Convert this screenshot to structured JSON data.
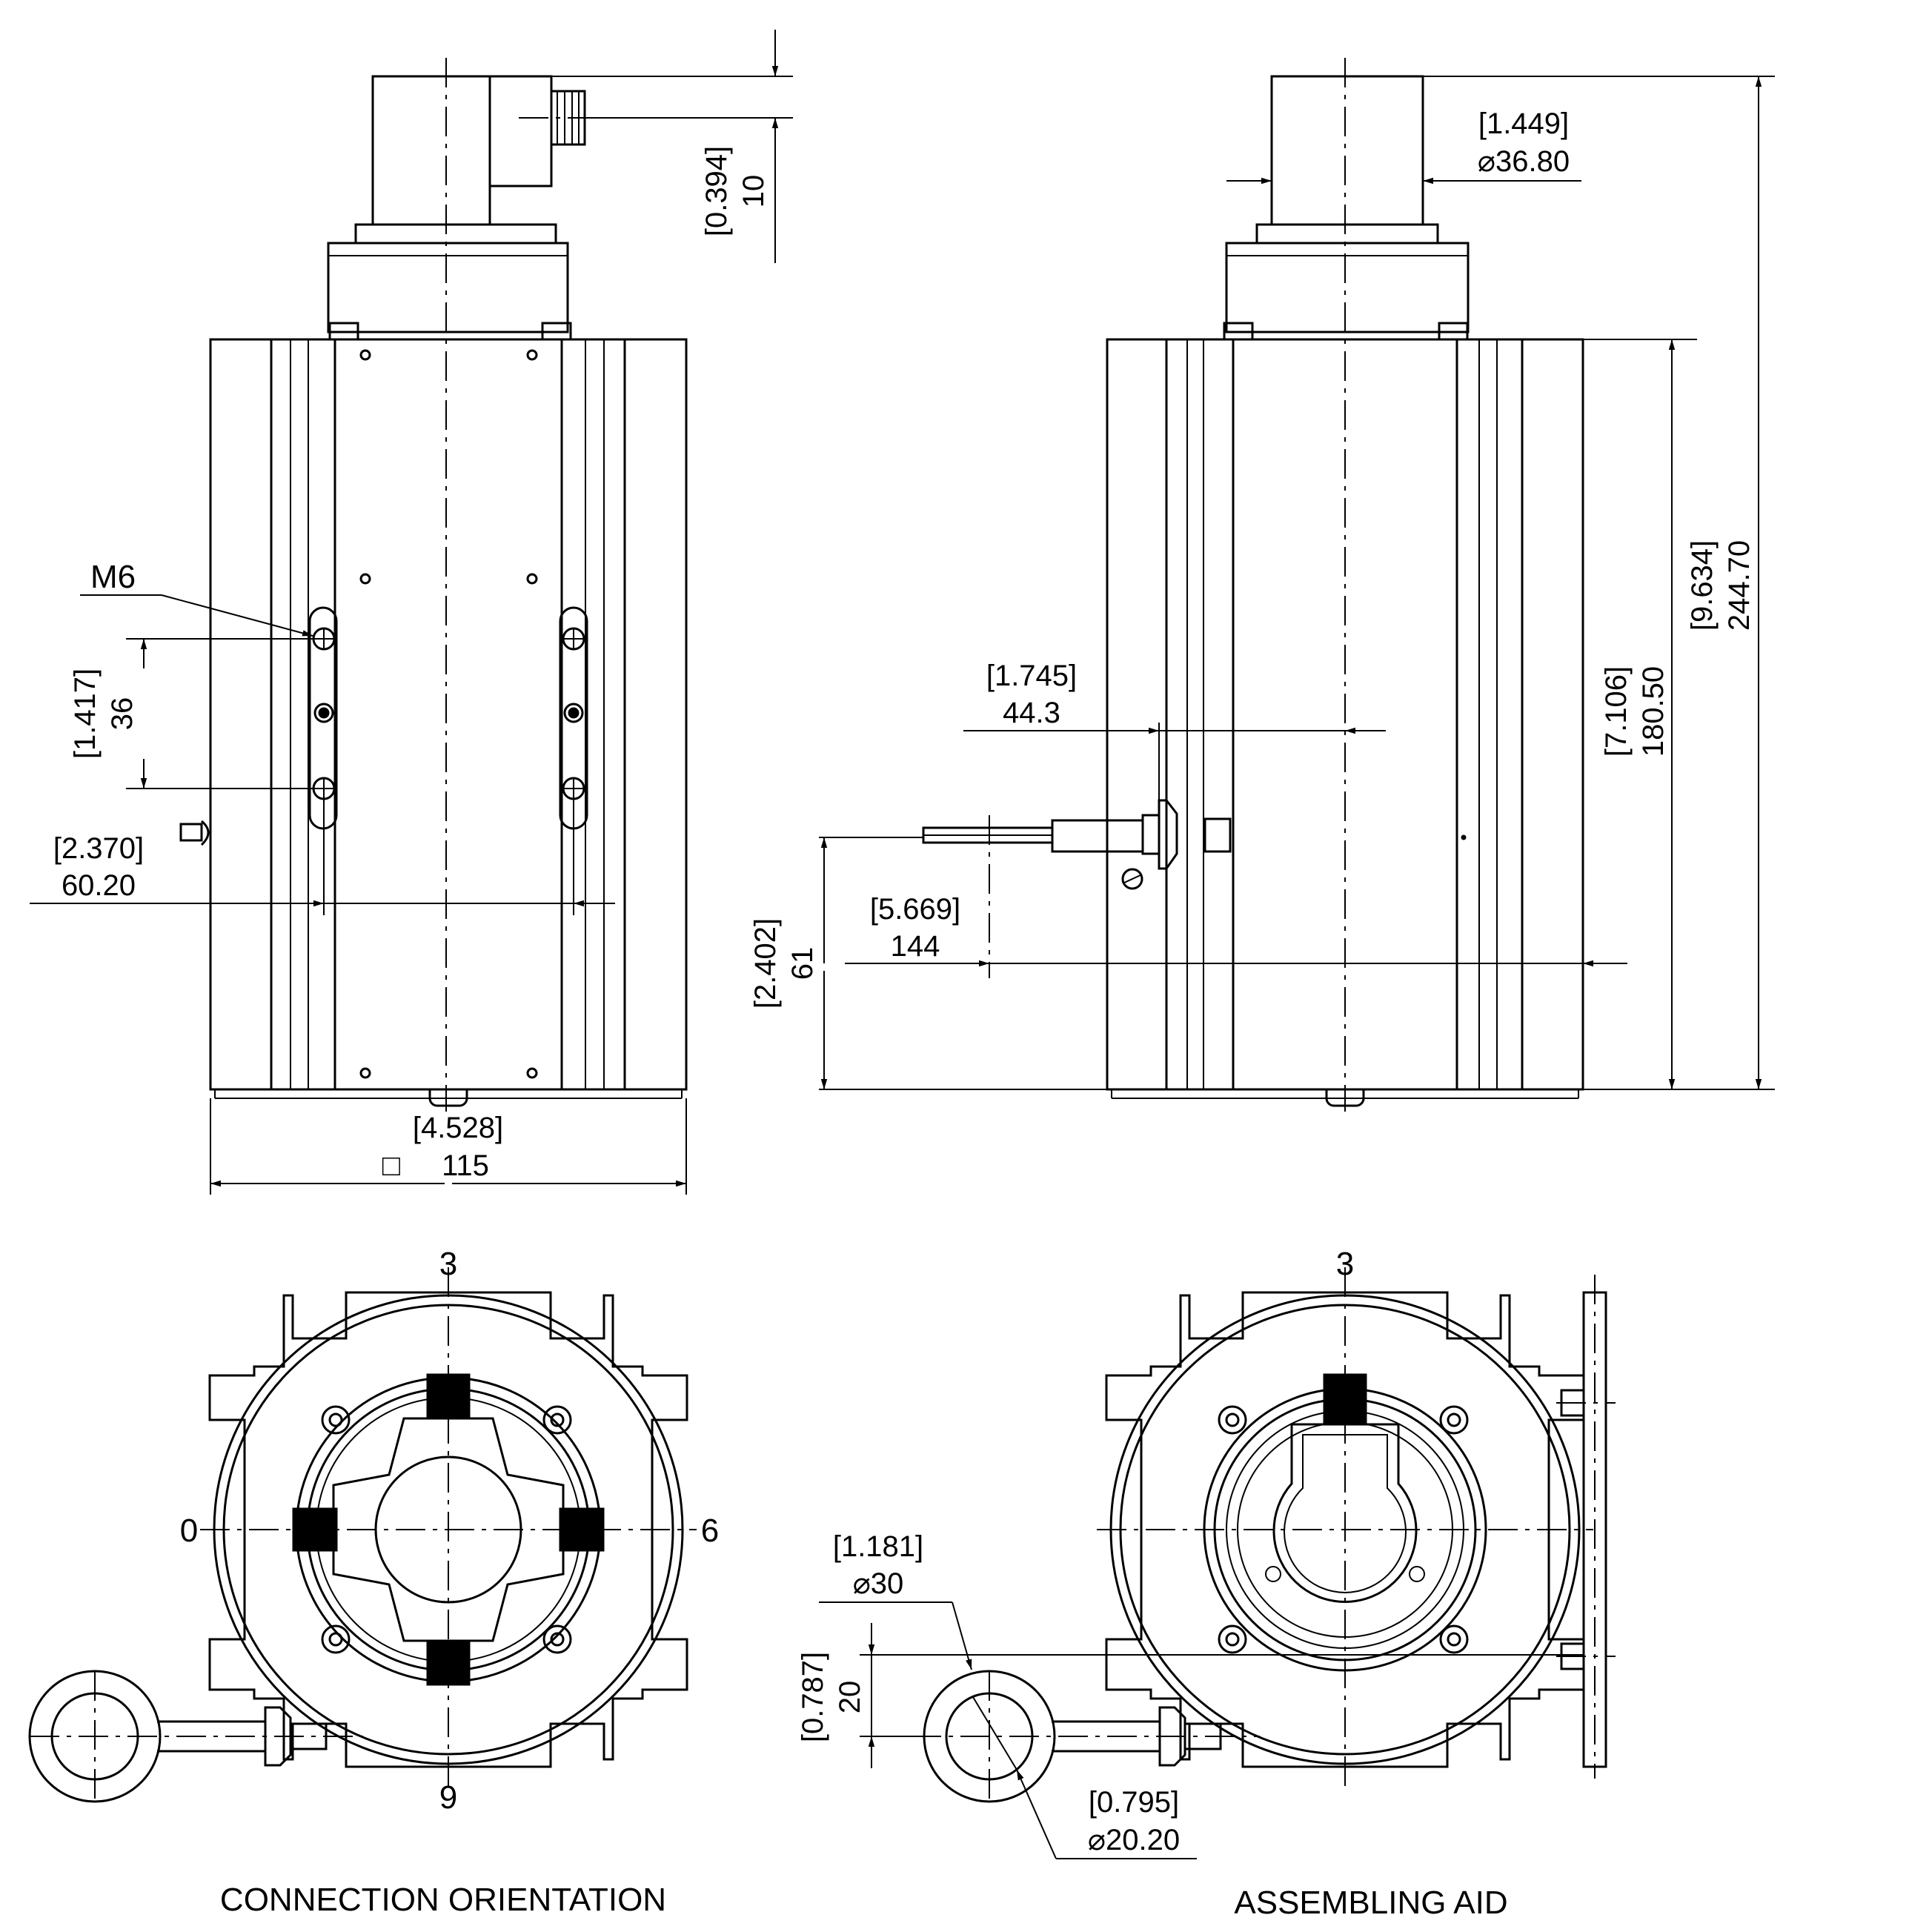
{
  "views": {
    "front": {
      "thread_label": "M6",
      "dim_connector_in": "[0.394]",
      "dim_connector_mm": "10",
      "dim_holes_in": "[1.417]",
      "dim_holes_mm": "36",
      "dim_groove_in": "[2.370]",
      "dim_groove_mm": "60.20",
      "dim_width_in": "[4.528]",
      "dim_width_mm": "115",
      "square_symbol": "□"
    },
    "side": {
      "dim_flange_in": "[1.449]",
      "dim_flange_mm": "⌀36.80",
      "dim_total_in": "[9.634]",
      "dim_total_mm": "244.70",
      "dim_body_in": "[7.106]",
      "dim_body_mm": "180.50",
      "dim_wire_in": "[1.745]",
      "dim_wire_mm": "44.3",
      "dim_wire_len_in": "[5.669]",
      "dim_wire_len_mm": "144",
      "dim_wire_height_in": "[2.402]",
      "dim_wire_height_mm": "61"
    },
    "connection": {
      "pos_top": "3",
      "pos_left": "0",
      "pos_right": "6",
      "pos_bottom": "9",
      "title": "CONNECTION ORIENTATION"
    },
    "assembly": {
      "pos_top": "3",
      "dim_eye_in": "[1.181]",
      "dim_eye_mm": "⌀30",
      "dim_offset_in": "[0.787]",
      "dim_offset_mm": "20",
      "dim_hole_in": "[0.795]",
      "dim_hole_mm": "⌀20.20",
      "title": "ASSEMBLING AID"
    }
  }
}
